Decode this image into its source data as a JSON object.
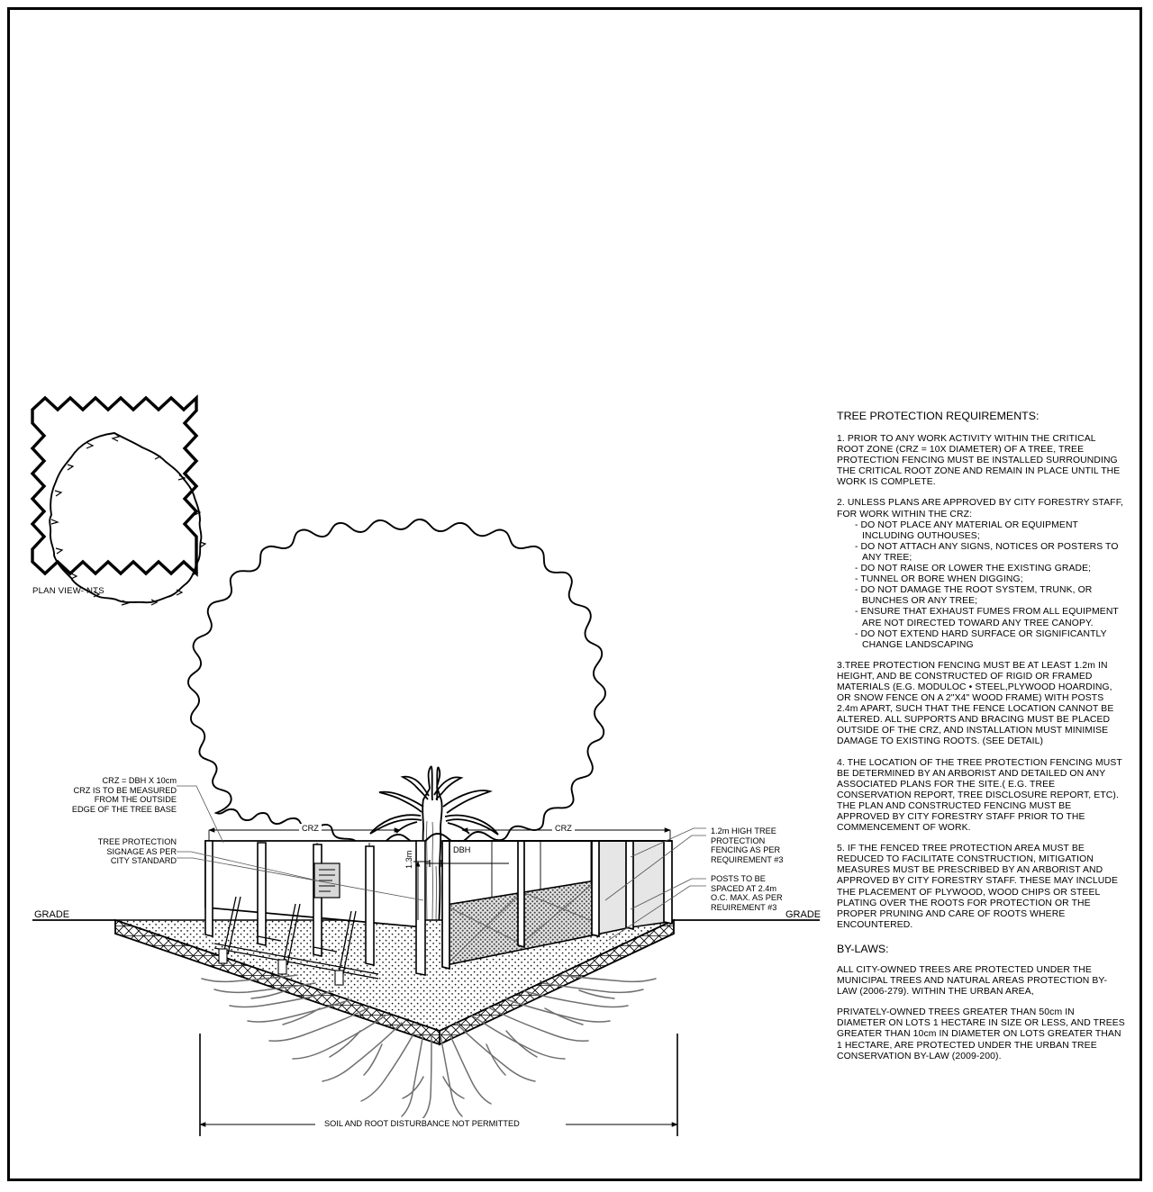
{
  "sheet": {
    "plan_view_label": "PLAN VIEW- NTS",
    "grade_left": "GRADE",
    "grade_right": "GRADE",
    "crz_left": "CRZ",
    "crz_right": "CRZ",
    "dbh": "DBH",
    "height_dim": "1.3m",
    "bottom_dim": "SOIL AND ROOT DISTURBANCE NOT PERMITTED",
    "callout_crz": "CRZ = DBH X 10cm\nCRZ IS TO BE MEASURED\nFROM THE OUTSIDE\nEDGE OF THE TREE BASE",
    "callout_signage": "TREE PROTECTION\nSIGNAGE AS PER\nCITY STANDARD",
    "callout_fencing": "1.2m HIGH TREE\nPROTECTION\nFENCING AS PER\nREQUIREMENT #3",
    "callout_posts": "POSTS TO BE\nSPACED AT 2.4m\nO.C. MAX. AS PER\nREUIREMENT #3"
  },
  "notes": {
    "title": "TREE PROTECTION REQUIREMENTS:",
    "item1": "1. PRIOR TO ANY WORK ACTIVITY WITHIN THE CRITICAL ROOT ZONE (CRZ = 10X DIAMETER) OF A TREE, TREE PROTECTION FENCING MUST BE INSTALLED SURROUNDING THE CRITICAL ROOT ZONE AND REMAIN IN PLACE UNTIL THE WORK IS COMPLETE.",
    "item2_head": "2. UNLESS PLANS ARE APPROVED BY CITY FORESTRY STAFF, FOR WORK WITHIN THE CRZ:",
    "item2_bullets": [
      "- DO NOT PLACE ANY MATERIAL OR EQUIPMENT INCLUDING OUTHOUSES;",
      "- DO NOT ATTACH ANY SIGNS, NOTICES OR POSTERS TO ANY TREE;",
      "- DO NOT RAISE OR LOWER THE EXISTING GRADE;",
      "- TUNNEL OR BORE WHEN DIGGING;",
      "- DO NOT DAMAGE THE ROOT SYSTEM, TRUNK, OR BUNCHES OR ANY TREE;",
      "- ENSURE THAT EXHAUST FUMES FROM ALL EQUIPMENT ARE NOT DIRECTED TOWARD ANY TREE CANOPY.",
      "- DO NOT EXTEND HARD SURFACE OR SIGNIFICANTLY CHANGE LANDSCAPING"
    ],
    "item3": "3.TREE PROTECTION FENCING MUST BE AT LEAST 1.2m IN HEIGHT, AND BE CONSTRUCTED OF RIGID OR FRAMED MATERIALS (E.G. MODULOC • STEEL,PLYWOOD HOARDING, OR SNOW FENCE ON A 2\"X4\" WOOD FRAME) WITH POSTS 2.4m APART, SUCH THAT THE FENCE LOCATION CANNOT BE ALTERED. ALL SUPPORTS AND BRACING MUST BE PLACED OUTSIDE OF THE CRZ, AND INSTALLATION MUST MINIMISE DAMAGE TO EXISTING ROOTS. (SEE DETAIL)",
    "item4": "4. THE LOCATION OF THE TREE PROTECTION FENCING MUST BE DETERMINED BY AN ARBORIST AND DETAILED ON ANY ASSOCIATED PLANS FOR THE SITE.( E.G. TREE CONSERVATION REPORT, TREE DISCLOSURE REPORT, ETC). THE PLAN AND CONSTRUCTED FENCING MUST BE APPROVED BY CITY FORESTRY STAFF PRIOR TO THE COMMENCEMENT OF WORK.",
    "item5": "5. IF THE FENCED TREE PROTECTION AREA MUST BE REDUCED TO FACILITATE CONSTRUCTION, MITIGATION MEASURES MUST BE PRESCRIBED BY AN ARBORIST AND APPROVED BY CITY FORESTRY STAFF. THESE MAY INCLUDE THE PLACEMENT OF PLYWOOD, WOOD CHIPS OR STEEL PLATING OVER THE ROOTS FOR PROTECTION OR THE PROPER PRUNING AND CARE OF ROOTS WHERE ENCOUNTERED.",
    "bylaws_title": "BY-LAWS:",
    "bylaws_1": "ALL CITY-OWNED TREES ARE PROTECTED UNDER THE MUNICIPAL TREES AND NATURAL AREAS PROTECTION BY-LAW (2006-279). WITHIN THE URBAN AREA,",
    "bylaws_2": "PRIVATELY-OWNED TREES GREATER THAN 50cm IN DIAMETER ON LOTS 1 HECTARE IN SIZE OR LESS, AND TREES GREATER THAN 10cm IN  DIAMETER ON LOTS GREATER THAN 1 HECTARE, ARE PROTECTED UNDER THE URBAN TREE CONSERVATION BY-LAW (2009-200)."
  },
  "colors": {
    "ink": "#000000",
    "soil_fill": "#ffffff",
    "mesh": "#6b6b6b",
    "panel_grey": "#e8e8e8",
    "root": "#777777"
  }
}
